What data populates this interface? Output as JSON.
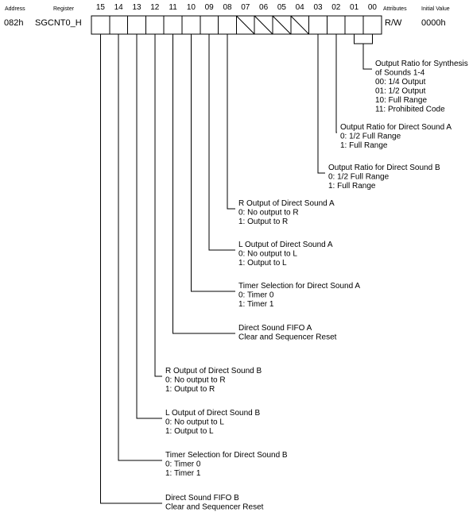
{
  "header": {
    "address_label": "Address",
    "register_label": "Register",
    "attributes_label": "Attributes",
    "initial_value_label": "Initial Value"
  },
  "register": {
    "address": "082h",
    "name": "SGCNT0_H",
    "attributes": "R/W",
    "initial_value": "0000h"
  },
  "bits": [
    {
      "number": "15",
      "unused": false
    },
    {
      "number": "14",
      "unused": false
    },
    {
      "number": "13",
      "unused": false
    },
    {
      "number": "12",
      "unused": false
    },
    {
      "number": "11",
      "unused": false
    },
    {
      "number": "10",
      "unused": false
    },
    {
      "number": "09",
      "unused": false
    },
    {
      "number": "08",
      "unused": false
    },
    {
      "number": "07",
      "unused": true
    },
    {
      "number": "06",
      "unused": true
    },
    {
      "number": "05",
      "unused": true
    },
    {
      "number": "04",
      "unused": true
    },
    {
      "number": "03",
      "unused": false
    },
    {
      "number": "02",
      "unused": false
    },
    {
      "number": "01",
      "unused": false
    },
    {
      "number": "00",
      "unused": false
    }
  ],
  "fields": [
    {
      "bits": [
        1,
        0
      ],
      "lines": [
        "Output Ratio for Synthesis",
        "of Sounds 1-4",
        "00: 1/4 Output",
        "01: 1/2 Output",
        "10: Full Range",
        "11: Prohibited Code"
      ]
    },
    {
      "bits": [
        2
      ],
      "lines": [
        "Output Ratio for Direct Sound A",
        "0: 1/2 Full Range",
        "1: Full Range"
      ]
    },
    {
      "bits": [
        3
      ],
      "lines": [
        "Output Ratio for Direct Sound B",
        "0: 1/2 Full Range",
        "1: Full Range"
      ]
    },
    {
      "bits": [
        8
      ],
      "lines": [
        "R Output of Direct Sound A",
        "0: No output to R",
        "1: Output to R"
      ]
    },
    {
      "bits": [
        9
      ],
      "lines": [
        "L Output of Direct Sound A",
        "0: No output to L",
        "1: Output to L"
      ]
    },
    {
      "bits": [
        10
      ],
      "lines": [
        "Timer Selection for Direct Sound A",
        "0: Timer 0",
        "1: Timer 1"
      ]
    },
    {
      "bits": [
        11
      ],
      "lines": [
        "Direct Sound FIFO A",
        "Clear and Sequencer Reset"
      ]
    },
    {
      "bits": [
        12
      ],
      "lines": [
        "R Output of Direct Sound B",
        "0: No output to R",
        "1: Output to R"
      ]
    },
    {
      "bits": [
        13
      ],
      "lines": [
        "L Output of Direct Sound B",
        "0: No output to L",
        "1: Output to L"
      ]
    },
    {
      "bits": [
        14
      ],
      "lines": [
        "Timer Selection for Direct Sound B",
        "0: Timer 0",
        "1: Timer 1"
      ]
    },
    {
      "bits": [
        15
      ],
      "lines": [
        "Direct Sound FIFO B",
        "Clear and Sequencer Reset"
      ]
    }
  ]
}
